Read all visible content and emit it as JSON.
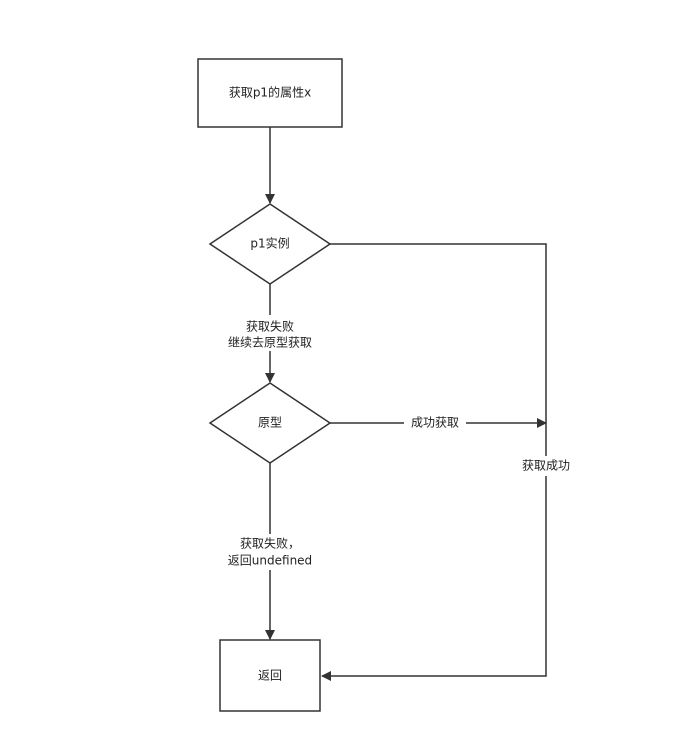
{
  "colors": {
    "stroke": "#333333",
    "node_fill": "#ffffff",
    "text": "#222222",
    "background": "#ffffff"
  },
  "nodes": {
    "start": "获取p1的属性x",
    "instance": "p1实例",
    "prototype": "原型",
    "return": "返回"
  },
  "edges": {
    "instance_to_prototype": [
      "获取失败",
      "继续去原型获取"
    ],
    "prototype_success": "成功获取",
    "instance_success": "获取成功",
    "prototype_fail": [
      "获取失败，",
      "返回undefined"
    ]
  }
}
